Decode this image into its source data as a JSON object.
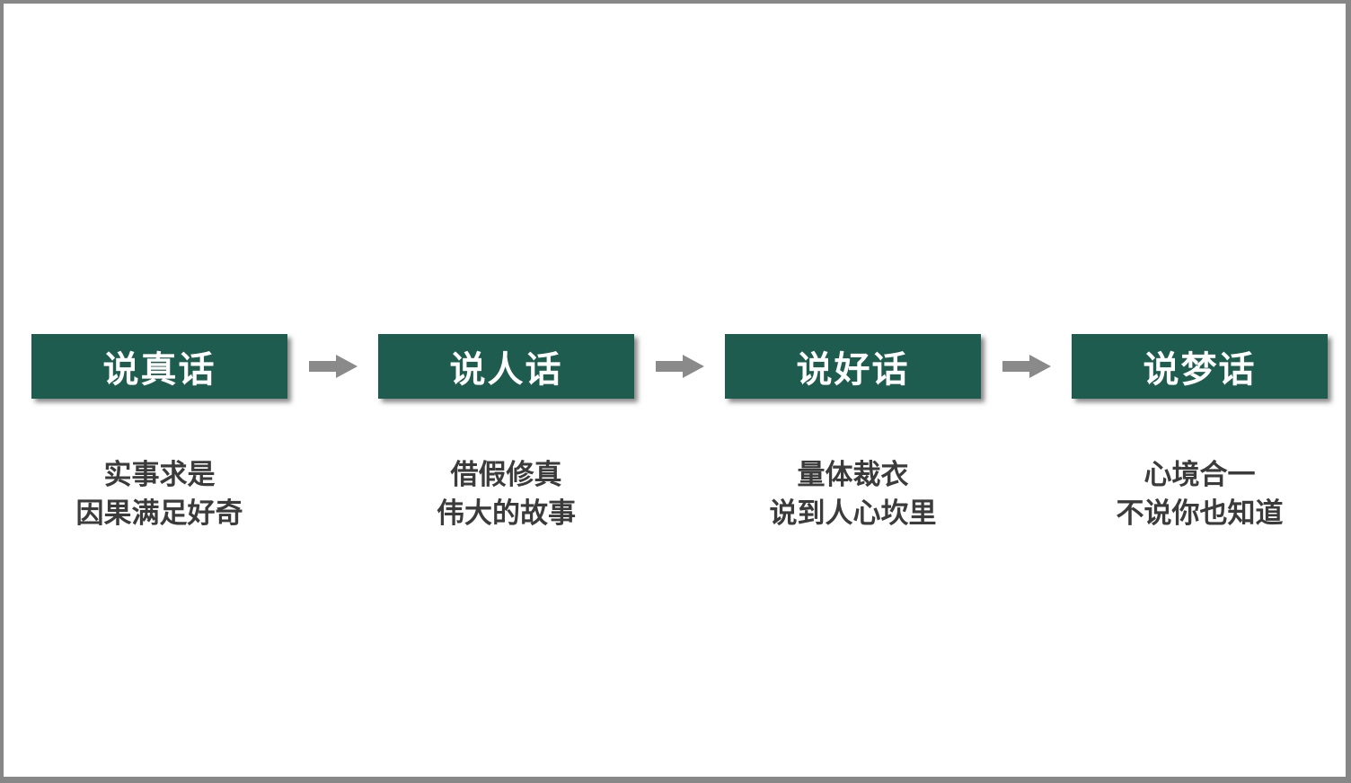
{
  "page": {
    "type": "slide-flow-diagram",
    "background_color": "#ffffff",
    "frame_border_color": "#878787"
  },
  "colors": {
    "box_fill": "#1E5C50",
    "box_title_text": "#ffffff",
    "arrow": "#8a8a8a",
    "subtitle_text": "#3b3b3b"
  },
  "flow": {
    "direction": "left-to-right",
    "arrow_icon": "right-block-arrow"
  },
  "steps": [
    {
      "title": "说真话",
      "subtitle_lines": [
        "实事求是",
        "因果满足好奇"
      ]
    },
    {
      "title": "说人话",
      "subtitle_lines": [
        "借假修真",
        "伟大的故事"
      ]
    },
    {
      "title": "说好话",
      "subtitle_lines": [
        "量体裁衣",
        "说到人心坎里"
      ]
    },
    {
      "title": "说梦话",
      "subtitle_lines": [
        "心境合一",
        "不说你也知道"
      ]
    }
  ]
}
